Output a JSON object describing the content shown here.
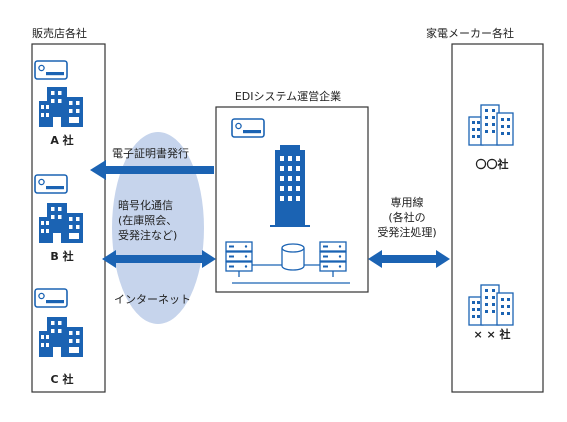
{
  "sellers": {
    "title": "販売店各社",
    "companies": [
      "A 社",
      "B 社",
      "C 社"
    ]
  },
  "edi": {
    "title": "EDIシステム運営企業"
  },
  "makers": {
    "title": "家電メーカー各社",
    "companies": [
      "〇〇社",
      "× × 社"
    ]
  },
  "flows": {
    "certificate": "電子証明書発行",
    "encryption_lines": [
      "暗号化通信",
      "(在庫照会、",
      "受発注など)"
    ],
    "internet": "インターネット",
    "dedicated_lines": [
      "専用線",
      "(各社の",
      "受発注処理)"
    ]
  },
  "colors": {
    "accent_blue": "#1b63b3",
    "ellipse_fill": "#c6d4ec",
    "box_border": "#333333"
  }
}
